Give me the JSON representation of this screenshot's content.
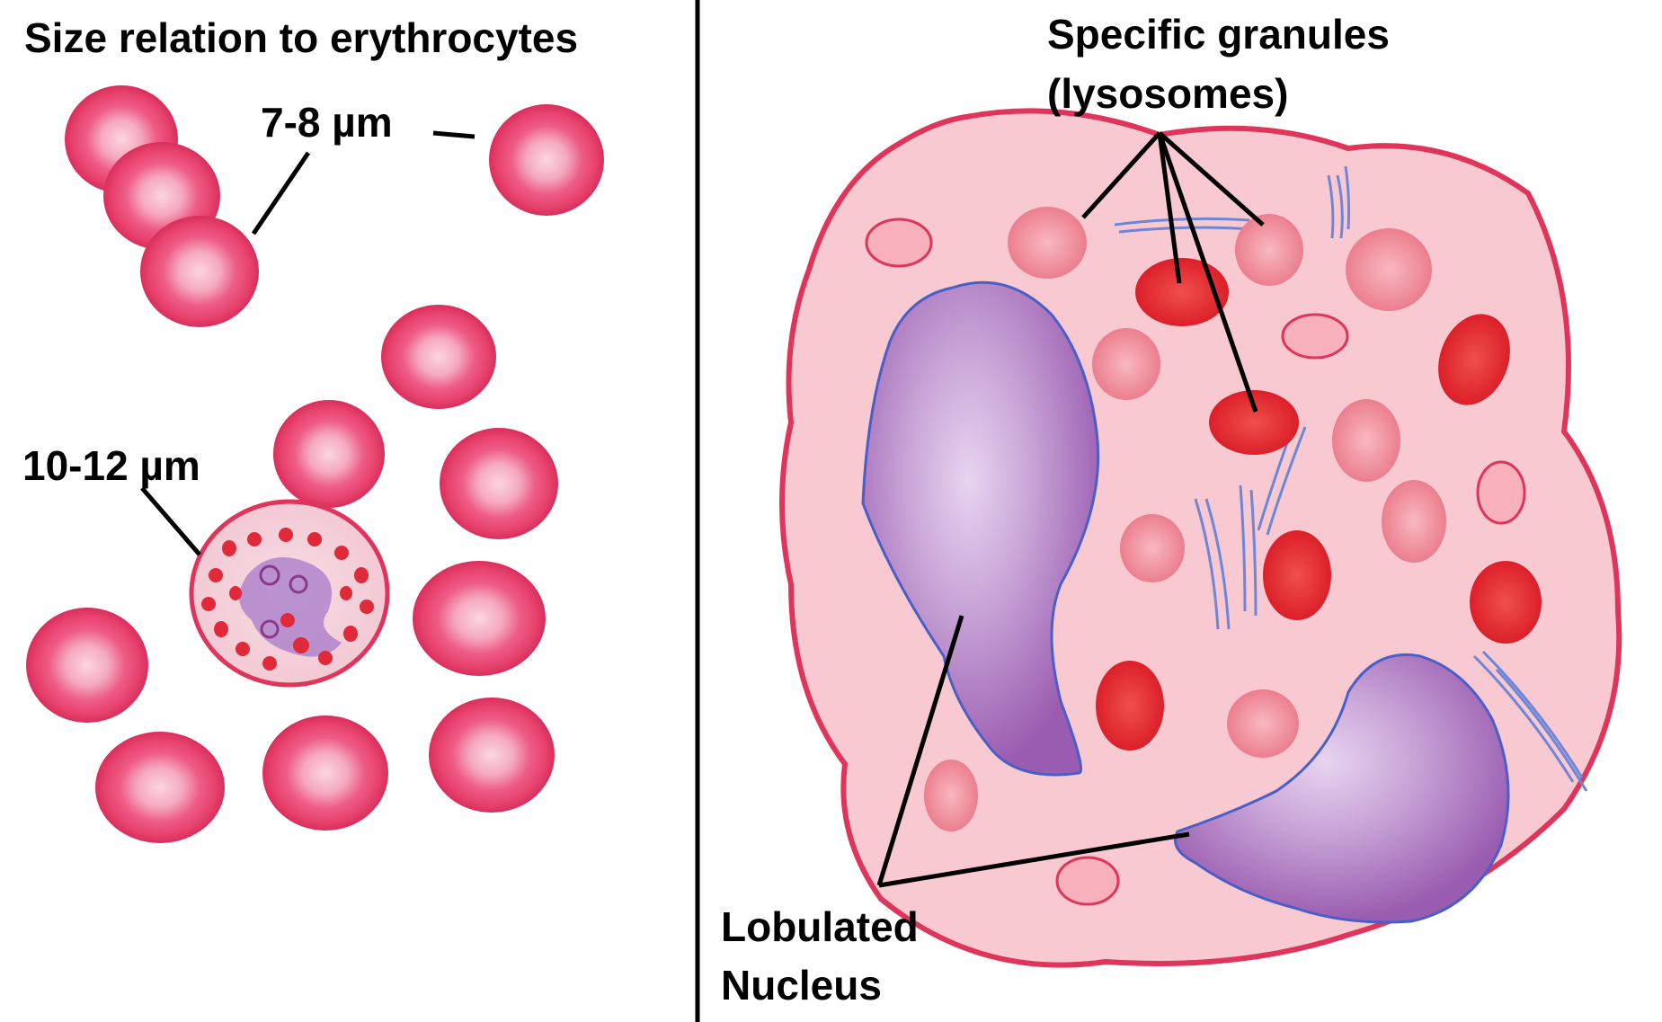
{
  "left_panel": {
    "title": "Size relation to erythrocytes",
    "rbc_size_label": "7-8  µm",
    "cell_size_label": "10-12  µm"
  },
  "right_panel": {
    "granules_label_line1": "Specific granules",
    "granules_label_line2": "(lysosomes)",
    "nucleus_label_line1": "Lobulated",
    "nucleus_label_line2": "Nucleus"
  },
  "colors": {
    "erythrocyte": "#e8426e",
    "erythrocyte_center": "#f8c6d4",
    "cytoplasm": "#f9c9d2",
    "cell_border": "#e0355a",
    "nucleus": "#a066b4",
    "nucleus_border": "#4a5ec8",
    "granule_dark": "#e8252e",
    "granule_light": "#f08a98",
    "er_blue": "#6d86d8"
  }
}
